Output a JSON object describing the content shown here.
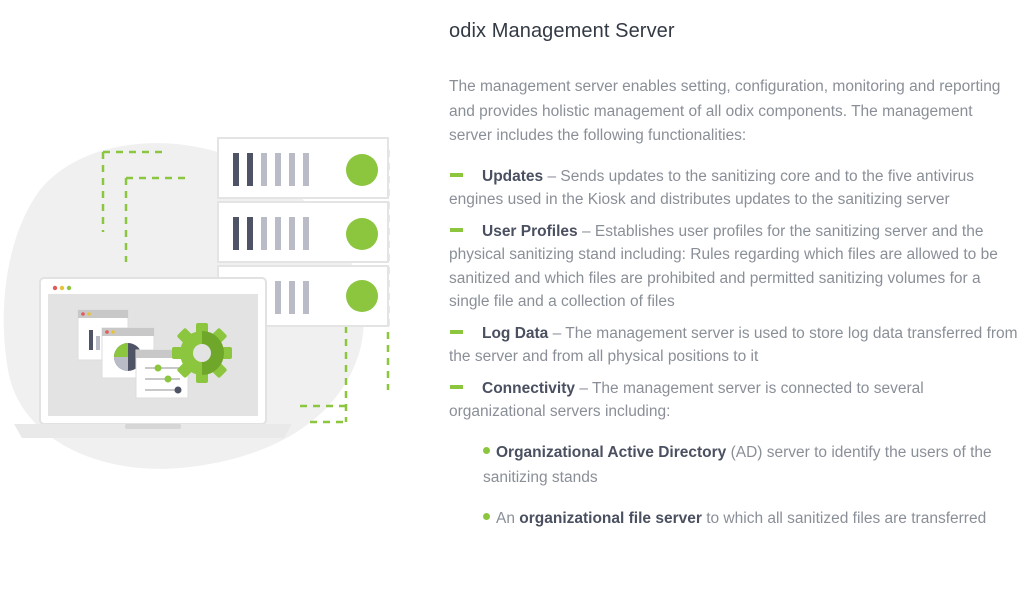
{
  "title": "odix Management Server",
  "intro": "The management server enables setting, configuration, monitoring and reporting and provides holistic management of all odix components. The management server includes the following functionalities:",
  "items": [
    {
      "term": "Updates",
      "text": " – Sends updates to the sanitizing core and to the five antivirus engines used in the Kiosk and distributes updates to the sanitizing server"
    },
    {
      "term": "User Profiles",
      "text": " – Establishes user profiles for the sanitizing server and the physical sanitizing stand including: Rules regarding which files are allowed to be sanitized and which files are prohibited and permitted sanitizing volumes for a single file and a collection of files"
    },
    {
      "term": "Log Data",
      "text": " – The management server is used to store log data transferred from the server and from all physical positions to it"
    },
    {
      "term": "Connectivity",
      "text": " – The management server is connected to several organizational servers including:"
    }
  ],
  "subitems": [
    {
      "pre": "",
      "term": "Organizational Active Directory",
      "text": " (AD) server to identify the users of the sanitizing stands"
    },
    {
      "pre": "An ",
      "term": "organizational file server",
      "text": " to which all sanitized files are transferred"
    }
  ],
  "colors": {
    "accent": "#8cc63f",
    "title": "#333a44",
    "body": "#8a8f97",
    "bold": "#4a5060"
  },
  "illustration": {
    "icons": [
      "server-rack-icon",
      "laptop-icon",
      "gear-icon",
      "pie-chart-icon"
    ]
  }
}
